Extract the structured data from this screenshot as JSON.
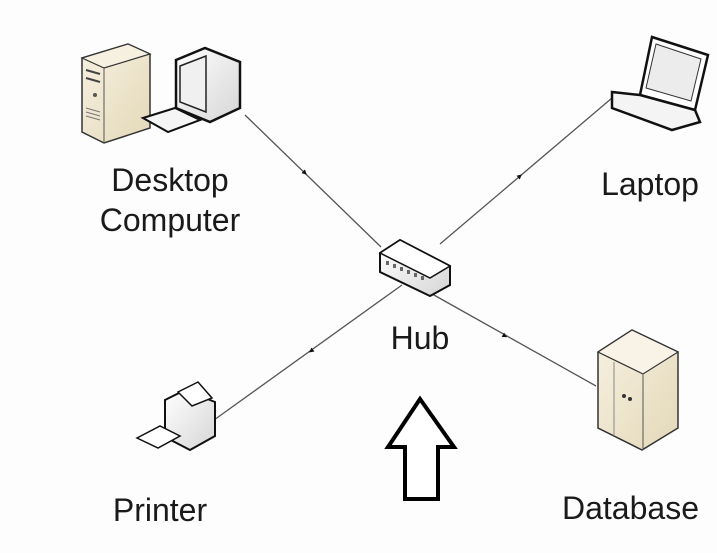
{
  "diagram": {
    "type": "star-network-topology",
    "center_node": "hub",
    "nodes": [
      {
        "id": "desktop",
        "label_line1": "Desktop",
        "label_line2": "Computer",
        "icon": "desktop-computer-icon"
      },
      {
        "id": "laptop",
        "label": "Laptop",
        "icon": "laptop-icon"
      },
      {
        "id": "hub",
        "label": "Hub",
        "icon": "hub-icon"
      },
      {
        "id": "printer",
        "label": "Printer",
        "icon": "printer-icon"
      },
      {
        "id": "database",
        "label": "Database",
        "icon": "database-server-icon"
      }
    ],
    "edges": [
      {
        "from": "desktop",
        "to": "hub",
        "arrow": "toward-hub"
      },
      {
        "from": "hub",
        "to": "laptop",
        "arrow": "toward-laptop"
      },
      {
        "from": "hub",
        "to": "printer",
        "arrow": "toward-printer"
      },
      {
        "from": "database",
        "to": "hub",
        "arrow": "toward-hub"
      }
    ],
    "pointer": {
      "icon": "up-arrow-outline-icon",
      "points_to": "hub"
    }
  }
}
